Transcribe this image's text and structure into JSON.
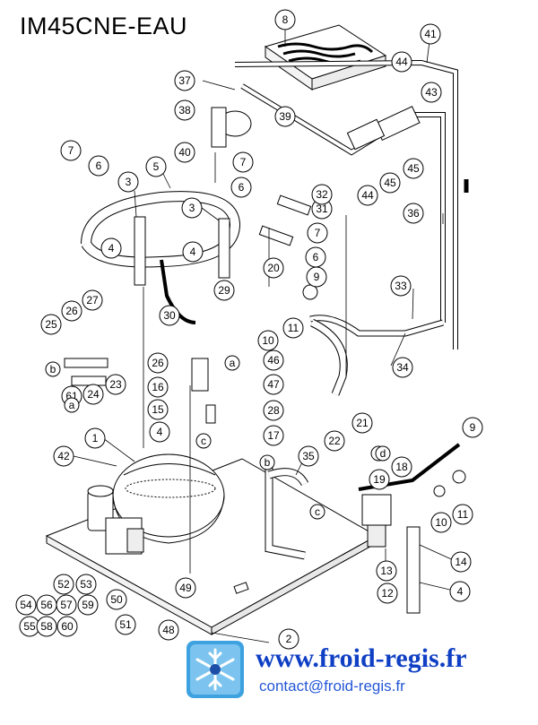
{
  "title": "IM45CNE-EAU",
  "footer": {
    "website": "www.froid-regis.fr",
    "contact": "contact@froid-regis.fr"
  },
  "callouts": [
    "1",
    "2",
    "3",
    "3",
    "4",
    "4",
    "4",
    "4",
    "5",
    "6",
    "6",
    "6",
    "7",
    "7",
    "7",
    "8",
    "9",
    "9",
    "10",
    "10",
    "11",
    "11",
    "12",
    "13",
    "14",
    "15",
    "16",
    "17",
    "18",
    "19",
    "20",
    "21",
    "22",
    "23",
    "24",
    "25",
    "26",
    "26",
    "27",
    "28",
    "29",
    "30",
    "31",
    "32",
    "33",
    "34",
    "35",
    "36",
    "37",
    "38",
    "39",
    "40",
    "41",
    "42",
    "43",
    "44",
    "44",
    "45",
    "45",
    "46",
    "47",
    "48",
    "49",
    "50",
    "51",
    "52",
    "53",
    "54",
    "55",
    "56",
    "57",
    "58",
    "59",
    "60",
    "61",
    "a",
    "a",
    "b",
    "b",
    "c",
    "c",
    "d",
    "d"
  ]
}
